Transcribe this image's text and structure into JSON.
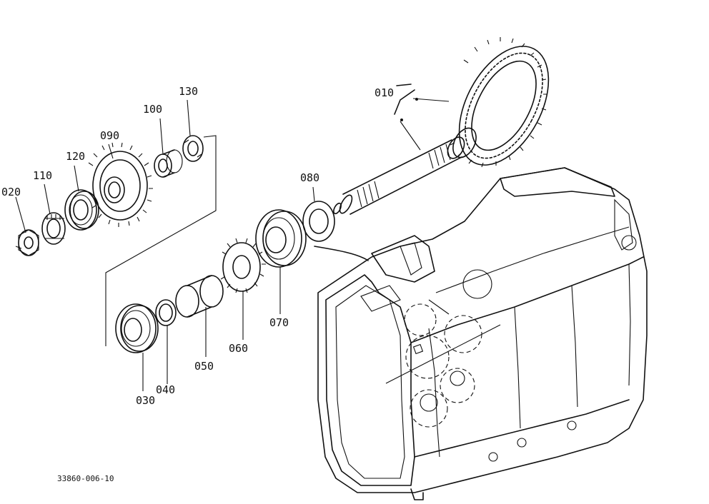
{
  "diagram": {
    "drawing_number": "33860-006-10",
    "ink_color": "#111111",
    "background_color": "#ffffff",
    "callouts": [
      {
        "id": "010",
        "label": "010"
      },
      {
        "id": "020",
        "label": "020"
      },
      {
        "id": "030",
        "label": "030"
      },
      {
        "id": "040",
        "label": "040"
      },
      {
        "id": "050",
        "label": "050"
      },
      {
        "id": "060",
        "label": "060"
      },
      {
        "id": "070",
        "label": "070"
      },
      {
        "id": "080",
        "label": "080"
      },
      {
        "id": "090",
        "label": "090"
      },
      {
        "id": "100",
        "label": "100"
      },
      {
        "id": "110",
        "label": "110"
      },
      {
        "id": "120",
        "label": "120"
      },
      {
        "id": "130",
        "label": "130"
      }
    ]
  }
}
